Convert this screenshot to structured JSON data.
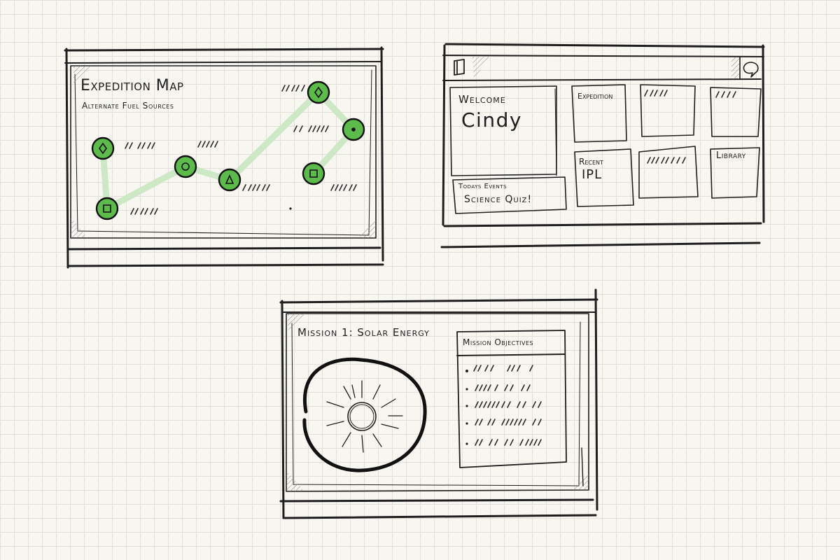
{
  "expedition": {
    "title": "Expedition Map",
    "subtitle": "Alternate Fuel Sources",
    "node_icons": [
      "diamond-icon",
      "square-icon",
      "circle-icon",
      "triangle-icon",
      "diamond-icon",
      "dot-icon",
      "square-icon"
    ]
  },
  "dashboard": {
    "welcome_label": "Welcome",
    "user_name": "Cindy",
    "events_label": "Todays Events",
    "event_item": "Science Quiz!",
    "tiles": {
      "expedition": "Expedition",
      "recent_label": "Recent",
      "recent_value": "IPL",
      "library": "Library"
    }
  },
  "mission": {
    "title": "Mission 1: Solar Energy",
    "objectives_title": "Mission Objectives",
    "objectives_count": 5
  },
  "colors": {
    "ink": "#1e1e1e",
    "node_green": "#5cbb4a",
    "path_green": "#cde8c4",
    "paper": "#f8f6f1"
  }
}
